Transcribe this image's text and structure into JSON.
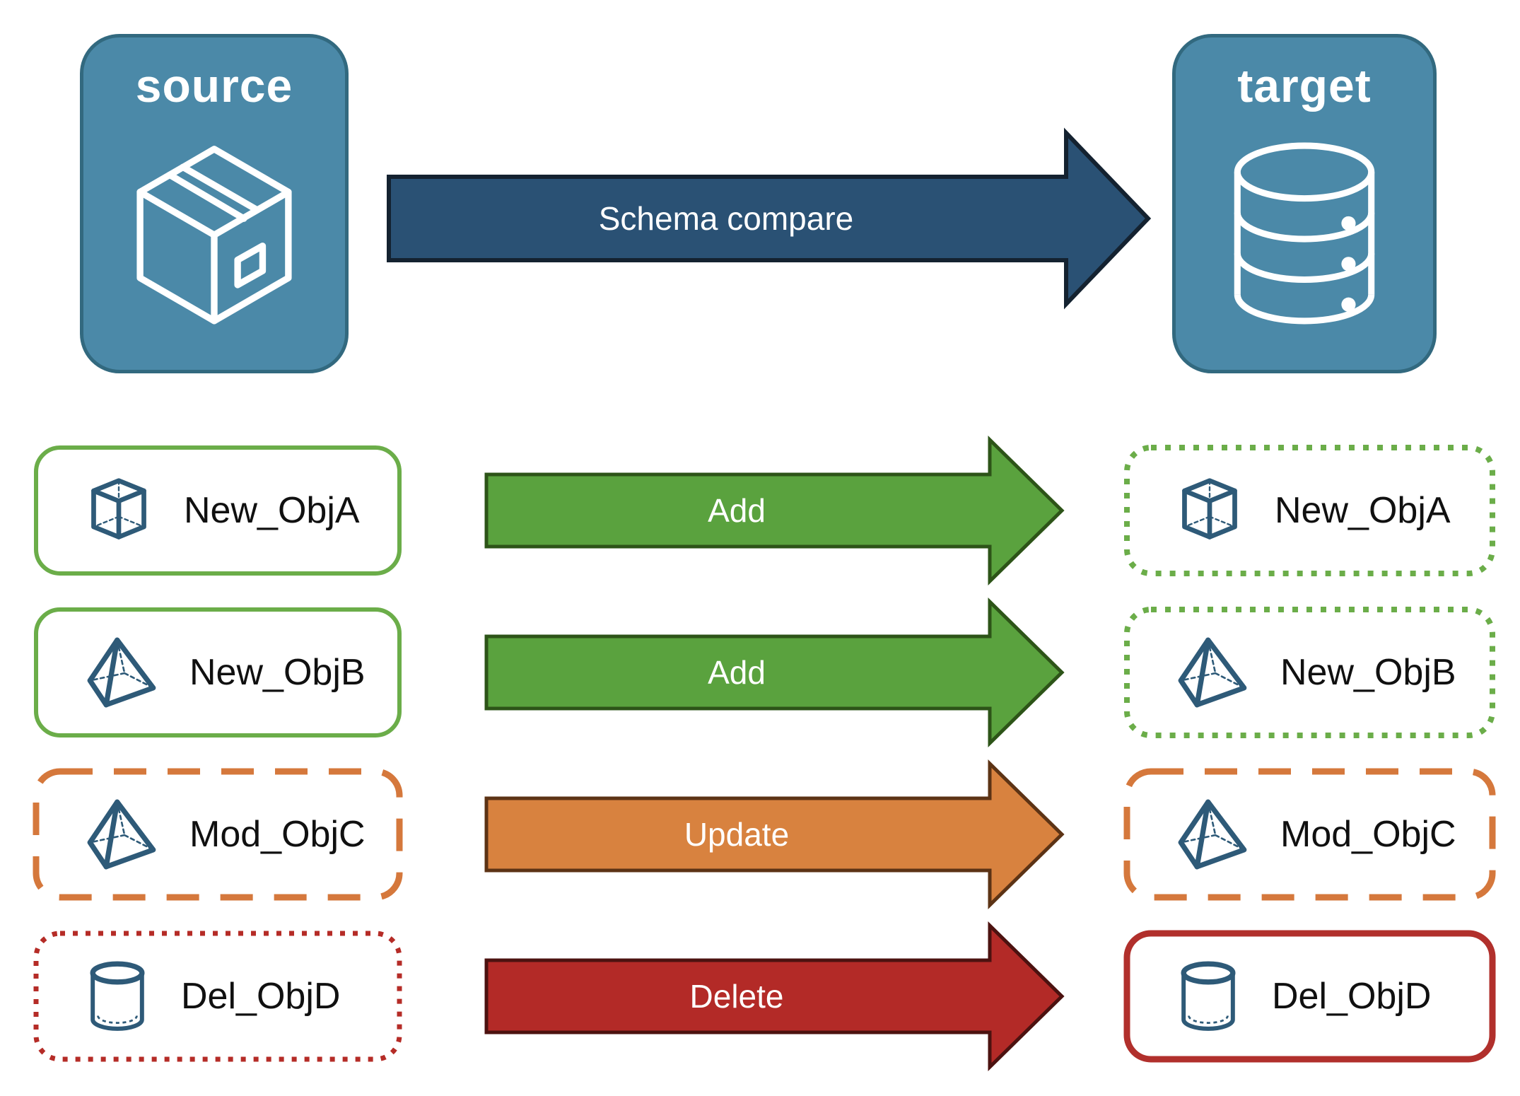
{
  "nodes": {
    "source": {
      "label": "source",
      "icon": "package-icon"
    },
    "target": {
      "label": "target",
      "icon": "database-icon"
    }
  },
  "main_arrow": {
    "label": "Schema compare"
  },
  "rows": [
    {
      "object": "New_ObjA",
      "action": "Add",
      "icon": "cube-icon",
      "source_box_style": "solid-green",
      "target_box_style": "dotted-green"
    },
    {
      "object": "New_ObjB",
      "action": "Add",
      "icon": "pyramid-icon",
      "source_box_style": "solid-green",
      "target_box_style": "dotted-green"
    },
    {
      "object": "Mod_ObjC",
      "action": "Update",
      "icon": "pyramid-icon",
      "source_box_style": "dashed-orange",
      "target_box_style": "dashed-orange"
    },
    {
      "object": "Del_ObjD",
      "action": "Delete",
      "icon": "cylinder-icon",
      "source_box_style": "dotted-red",
      "target_box_style": "solid-red"
    }
  ],
  "colors": {
    "background": "#ffffff",
    "node_fill": "#4b89a8",
    "node_border": "#32697f",
    "node_text": "#ffffff",
    "main_arrow_fill": "#2a5174",
    "main_arrow_stroke": "#142230",
    "add_arrow_fill": "#5aa23e",
    "add_arrow_stroke": "#2d5418",
    "update_arrow_fill": "#d8823f",
    "update_arrow_stroke": "#5c3315",
    "delete_arrow_fill": "#b32a27",
    "delete_arrow_stroke": "#4c1210",
    "green_box_border": "#6bad49",
    "orange_box_border": "#d5783c",
    "red_dotted_border": "#b52c27",
    "red_solid_border": "#b1302c",
    "object_icon_color": "#2e5a78",
    "object_label_color": "#101010",
    "arrow_label_color": "#ffffff"
  }
}
